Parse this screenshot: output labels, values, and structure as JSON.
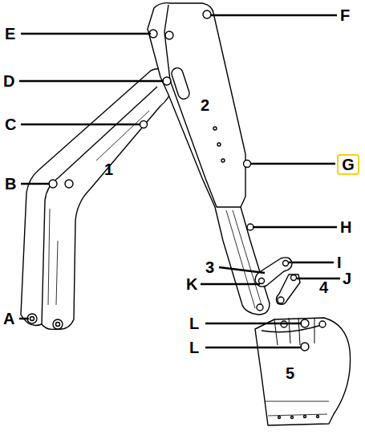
{
  "diagram": {
    "nodes": [
      {
        "text": [
          "G"
        ]
      }
    ],
    "labels": [
      "E",
      "F",
      "D",
      "2",
      "C",
      "1",
      "B",
      "H",
      "3",
      "I",
      "K",
      "J",
      "4",
      "A",
      "L",
      "L",
      "5"
    ]
  }
}
